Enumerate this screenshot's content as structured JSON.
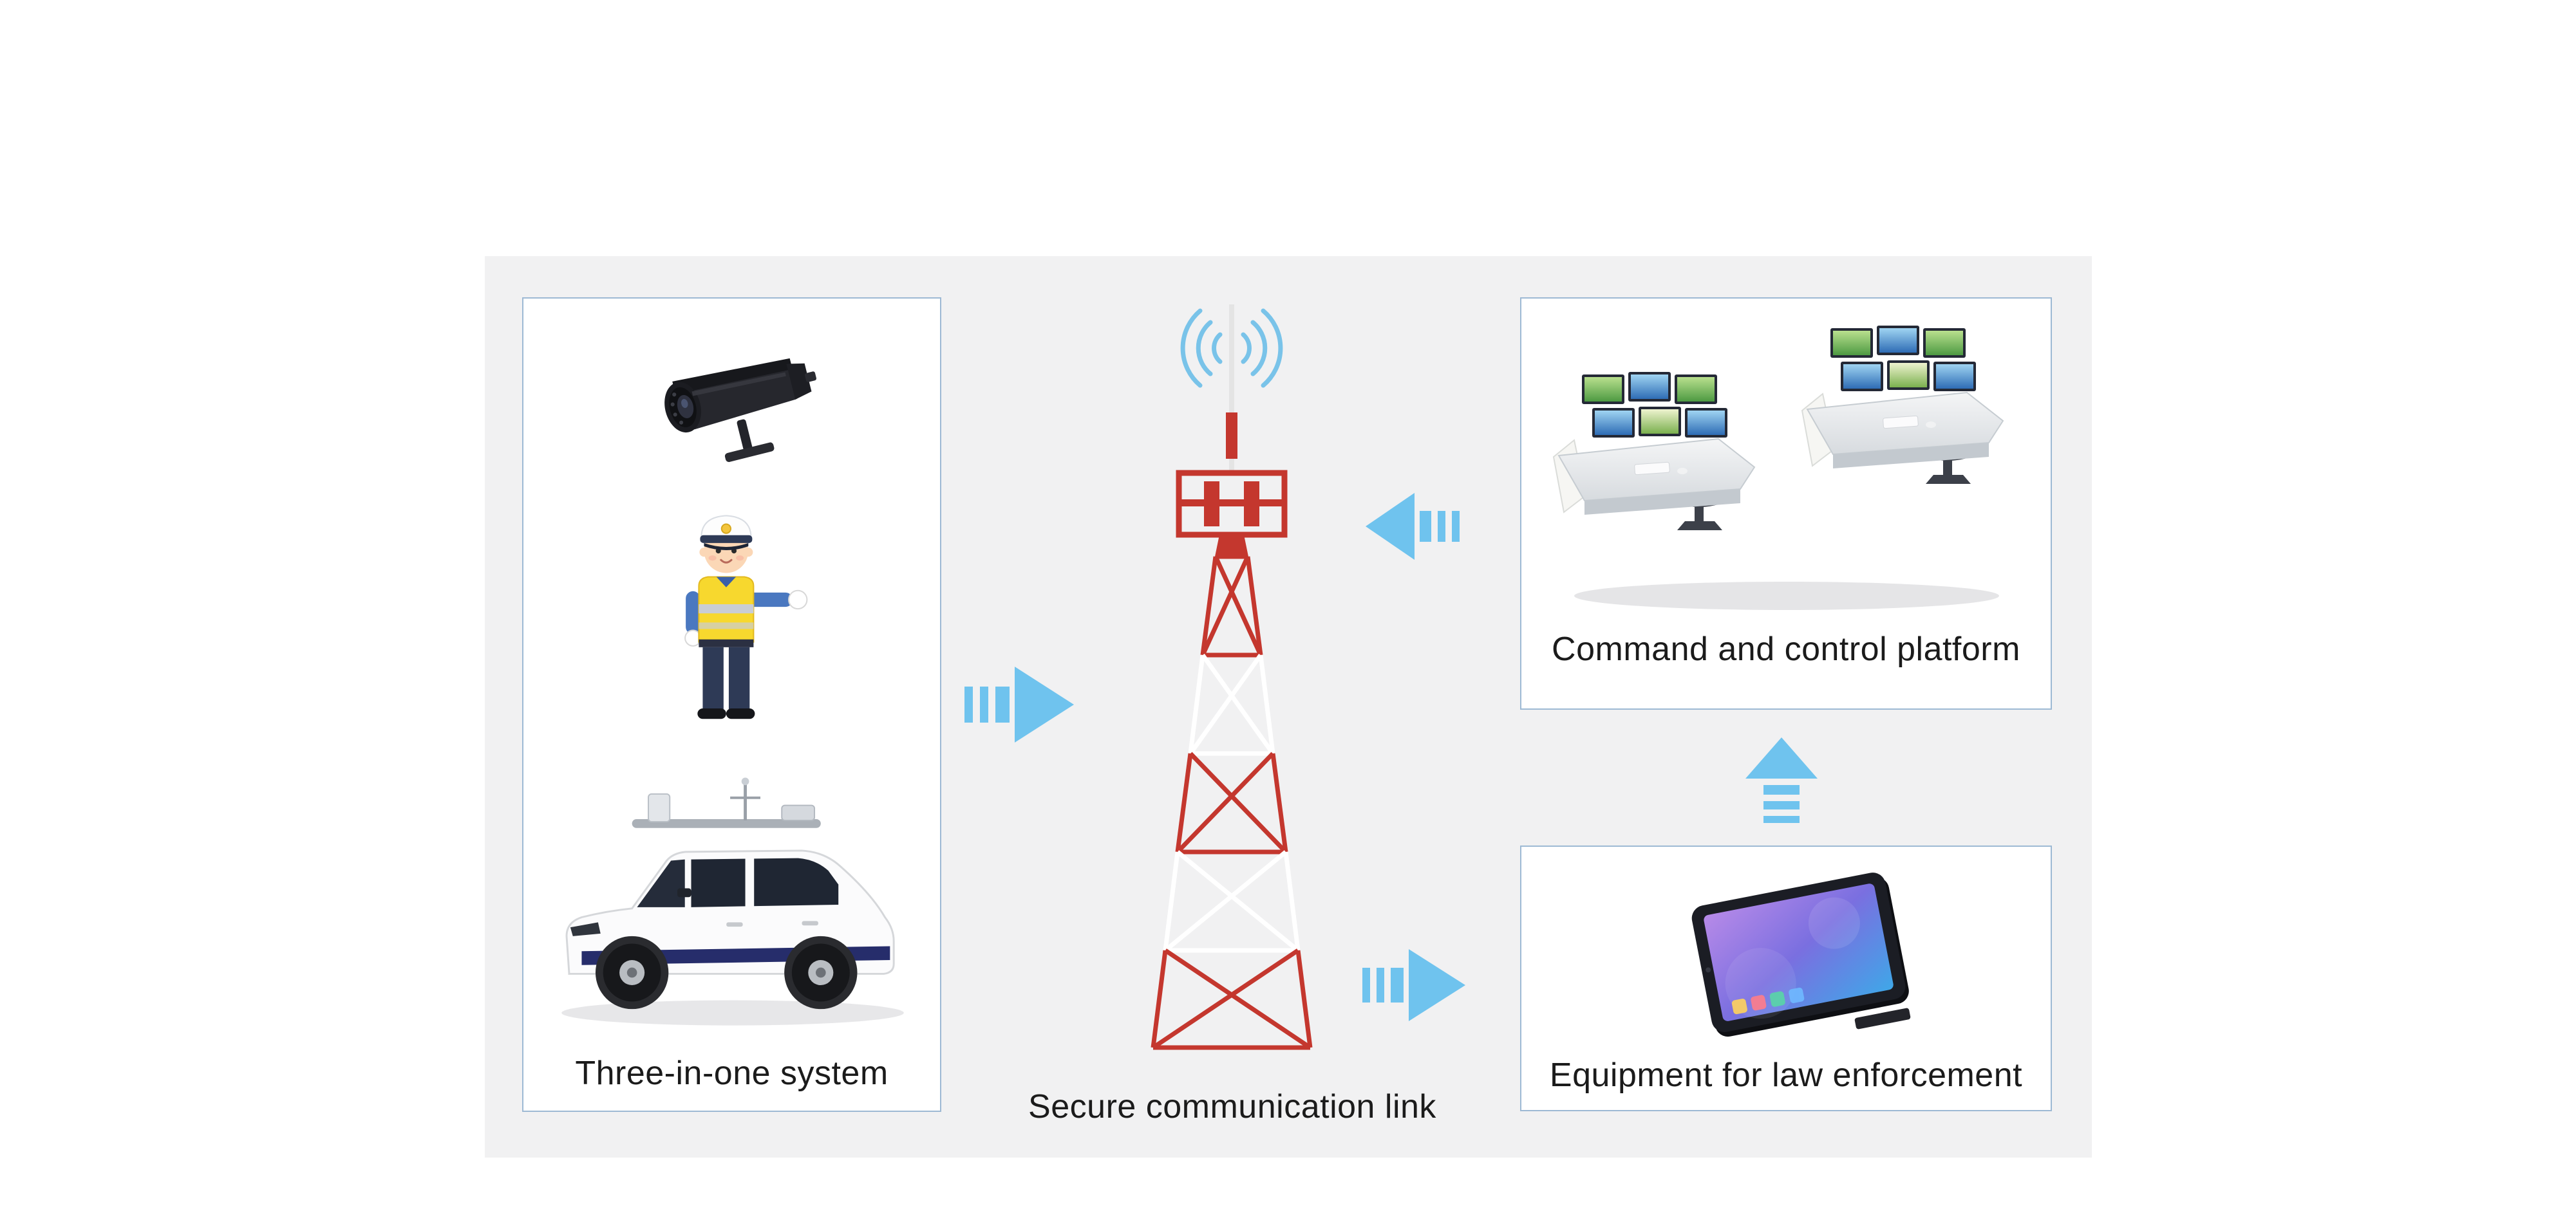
{
  "nodes": {
    "three_in_one": {
      "label": "Three-in-one system",
      "icons": [
        "cctv-camera-icon",
        "traffic-officer-icon",
        "patrol-car-icon"
      ]
    },
    "secure_link": {
      "label": "Secure communication link",
      "icons": [
        "radio-waves-icon",
        "radio-tower-icon"
      ]
    },
    "command_platform": {
      "label": "Command and control platform",
      "icons": [
        "control-room-console-icon"
      ]
    },
    "law_enforcement": {
      "label": "Equipment for law enforcement",
      "icons": [
        "law-enforcement-tablet-icon"
      ]
    }
  },
  "arrows": [
    {
      "name": "arrow-three-in-one-to-tower",
      "direction": "right"
    },
    {
      "name": "arrow-platform-to-tower",
      "direction": "left"
    },
    {
      "name": "arrow-tower-to-equipment",
      "direction": "right"
    },
    {
      "name": "arrow-equipment-to-platform",
      "direction": "up"
    }
  ],
  "colors": {
    "page_background": "#ffffff",
    "panel_background": "#f1f1f2",
    "box_background": "#ffffff",
    "box_border": "#9db9d4",
    "arrow_blue": "#6fc3ee",
    "tower_red": "#c4372e",
    "wave_blue": "#79c3e9",
    "label_text": "#1b1b1b"
  }
}
